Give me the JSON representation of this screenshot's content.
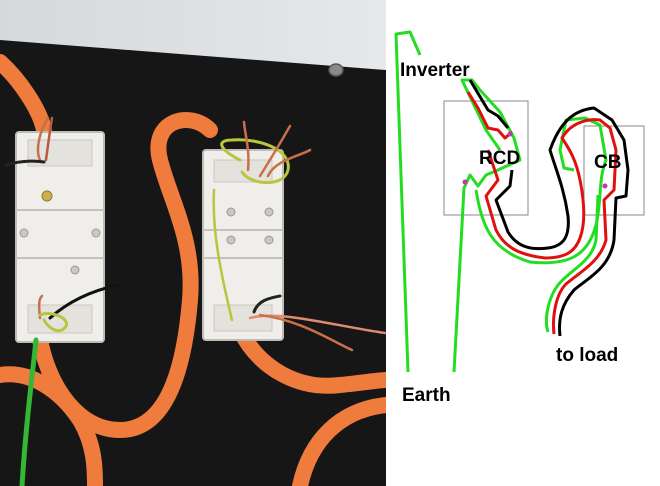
{
  "photo": {
    "description_icon": "wiring-photo-icon",
    "colors": {
      "board": "#151515",
      "wall": "#d9dde0",
      "conduit": "#ee7a3a",
      "enclosure": "#ecebe6",
      "copper": "#c8704a"
    }
  },
  "diagram": {
    "labels": {
      "inverter": "Inverter",
      "rcd": "RCD",
      "cb": "CB",
      "earth": "Earth",
      "load": "to load"
    },
    "colors": {
      "earth_wire": "#22dd22",
      "live_wire": "#e01010",
      "neutral_wire": "#000000",
      "box": "#777777"
    }
  }
}
